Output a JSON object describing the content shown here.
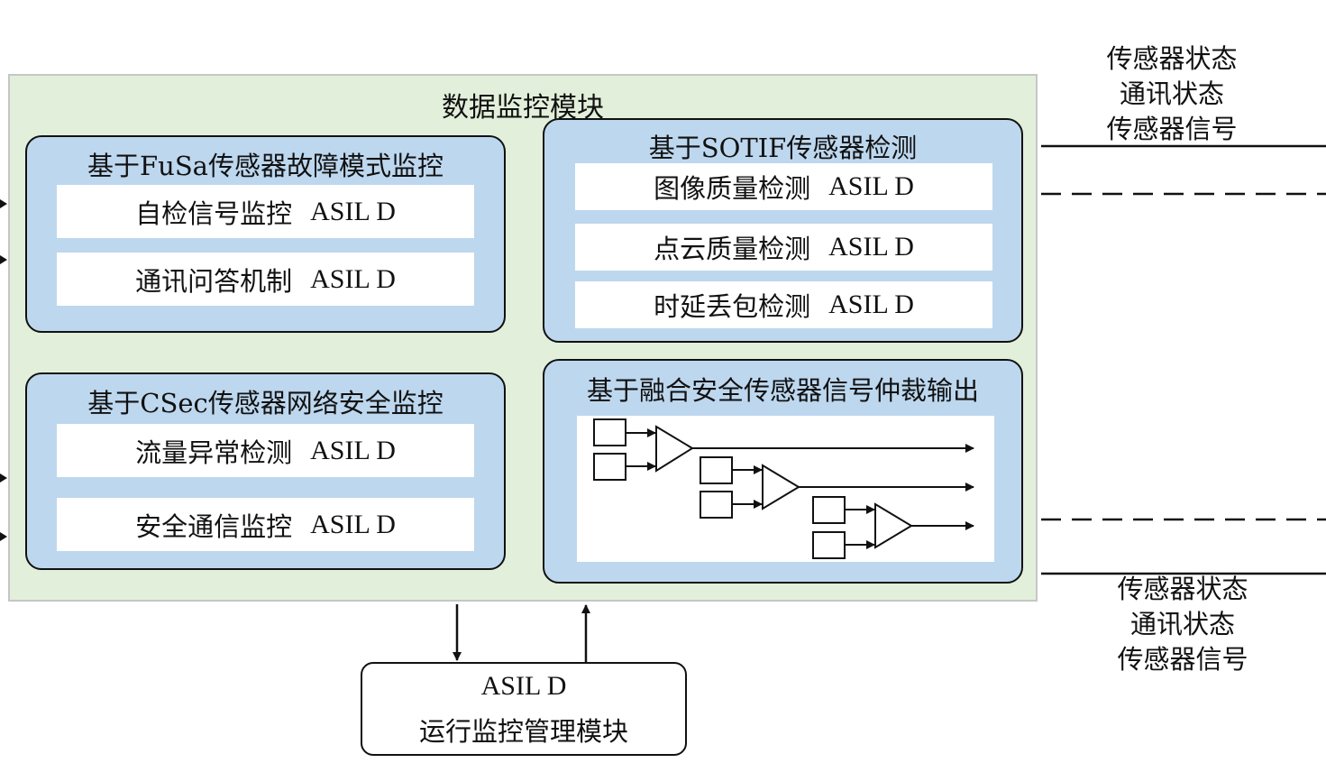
{
  "module_title": "数据监控模块",
  "panels": {
    "fusa": {
      "title": "基于FuSa传感器故障模式监控",
      "rows": [
        {
          "label": "自检信号监控",
          "tag": "ASIL D"
        },
        {
          "label": "通讯问答机制",
          "tag": "ASIL D"
        }
      ]
    },
    "csec": {
      "title": "基于CSec传感器网络安全监控",
      "rows": [
        {
          "label": "流量异常检测",
          "tag": "ASIL D"
        },
        {
          "label": "安全通信监控",
          "tag": "ASIL D"
        }
      ]
    },
    "sotif": {
      "title": "基于SOTIF传感器检测",
      "rows": [
        {
          "label": "图像质量检测",
          "tag": "ASIL D"
        },
        {
          "label": "点云质量检测",
          "tag": "ASIL D"
        },
        {
          "label": "时延丢包检测",
          "tag": "ASIL D"
        }
      ]
    },
    "arbitration": {
      "title": "基于融合安全传感器信号仲裁输出"
    }
  },
  "control_module": {
    "level": "ASIL D",
    "name": "运行监控管理模块"
  },
  "signals_top": [
    "传感器状态",
    "通讯状态",
    "传感器信号"
  ],
  "signals_bottom": [
    "传感器状态",
    "通讯状态",
    "传感器信号"
  ],
  "colors": {
    "module_bg": "#e2efda",
    "panel_bg": "#bdd7ee",
    "line": "#111111"
  }
}
